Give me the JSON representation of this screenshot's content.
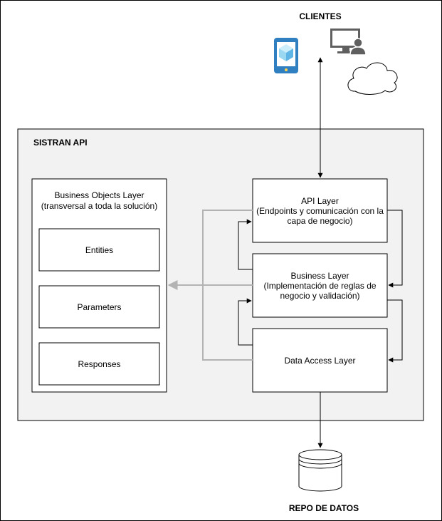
{
  "clients": {
    "title": "CLIENTES"
  },
  "container": {
    "title": "SISTRAN API"
  },
  "business_objects": {
    "title_line1": "Business Objects Layer",
    "title_line2": "(transversal a toda la solución)",
    "items": [
      "Entities",
      "Parameters",
      "Responses"
    ]
  },
  "layers": {
    "api": {
      "title": "API Layer",
      "line2": "(Endpoints y comunicación con la",
      "line3": "capa de negocio)"
    },
    "business": {
      "title": "Business Layer",
      "line2": "(Implementación de reglas de",
      "line3": "negocio y validación)"
    },
    "data_access": {
      "title": "Data Access Layer"
    }
  },
  "repository": {
    "title": "REPO DE DATOS"
  },
  "icons": [
    "mobile-phone-icon",
    "desktop-user-icon",
    "cloud-icon",
    "database-icon"
  ],
  "colors": {
    "container_fill": "#f2f2f2",
    "connector_gray": "#b3b3b3",
    "phone_blue": "#2f7fc1",
    "cube_light": "#9ad8f2",
    "desktop_gray": "#5f5f5f"
  }
}
